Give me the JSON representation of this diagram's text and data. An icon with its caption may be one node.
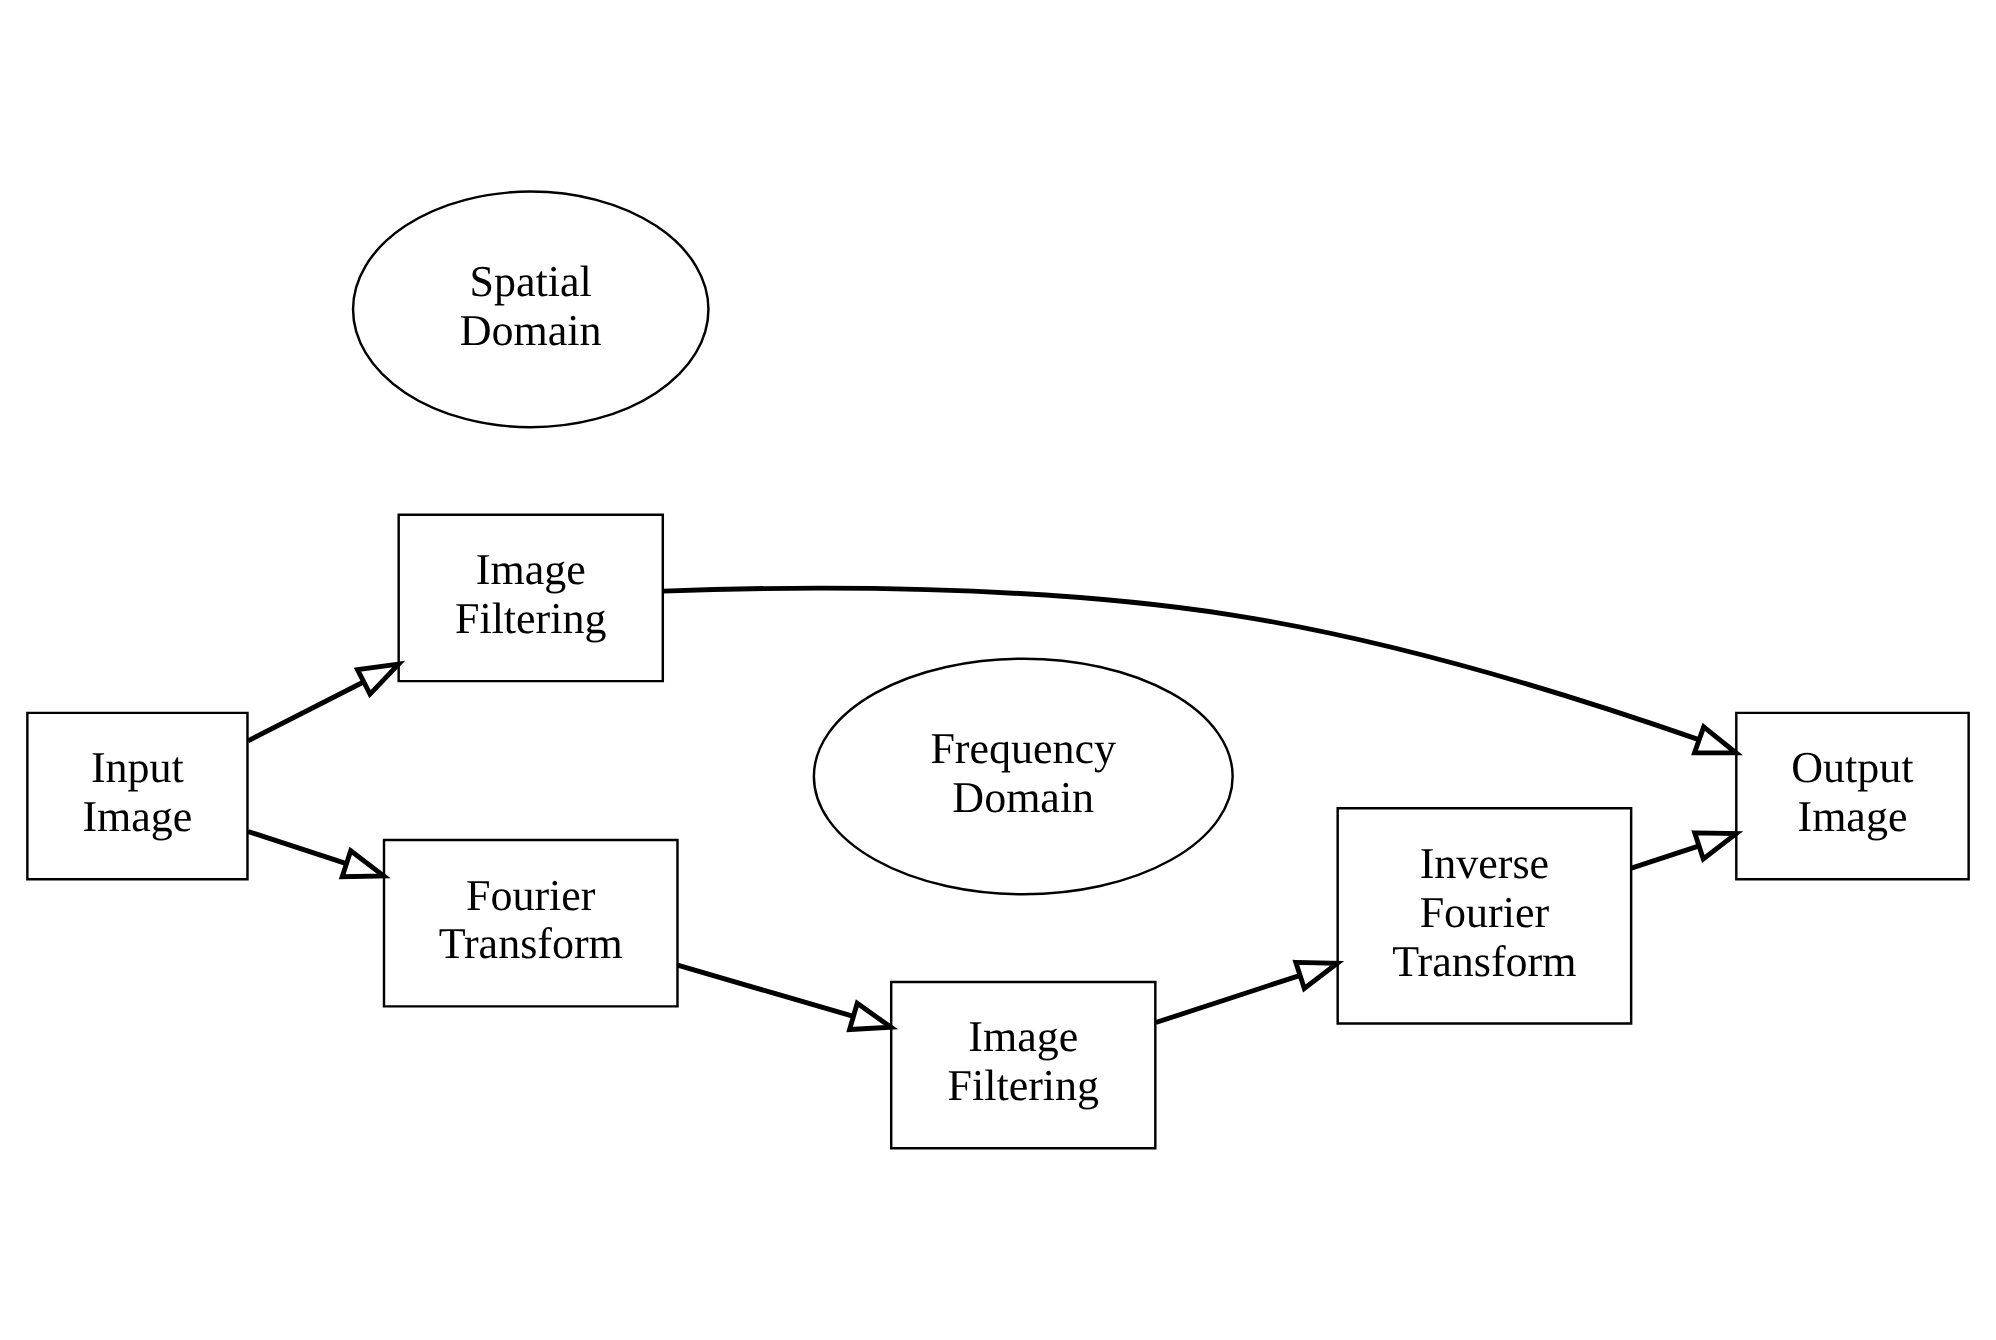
{
  "diagram": {
    "nodes": [
      {
        "text": [
          "Spatial Domain"
        ]
      },
      {
        "text": [
          "Image Filtering"
        ]
      },
      {
        "text": [
          "Input Image"
        ]
      },
      {
        "text": [
          "Output Image"
        ]
      },
      {
        "text": [
          "Frequency Domain"
        ]
      },
      {
        "text": [
          "Fourier Transform"
        ]
      },
      {
        "text": [
          "Image Filtering"
        ]
      },
      {
        "text": [
          "Inverse Fourier Transform"
        ]
      }
    ],
    "edges": [
      {
        "from": 2,
        "to": 1,
        "arrow": "to"
      },
      {
        "from": 1,
        "to": 3,
        "arrow": "to"
      },
      {
        "from": 2,
        "to": 5,
        "arrow": "to"
      },
      {
        "from": 5,
        "to": 6,
        "arrow": "to"
      },
      {
        "from": 6,
        "to": 7,
        "arrow": "to"
      },
      {
        "from": 7,
        "to": 3,
        "arrow": "to"
      }
    ]
  }
}
